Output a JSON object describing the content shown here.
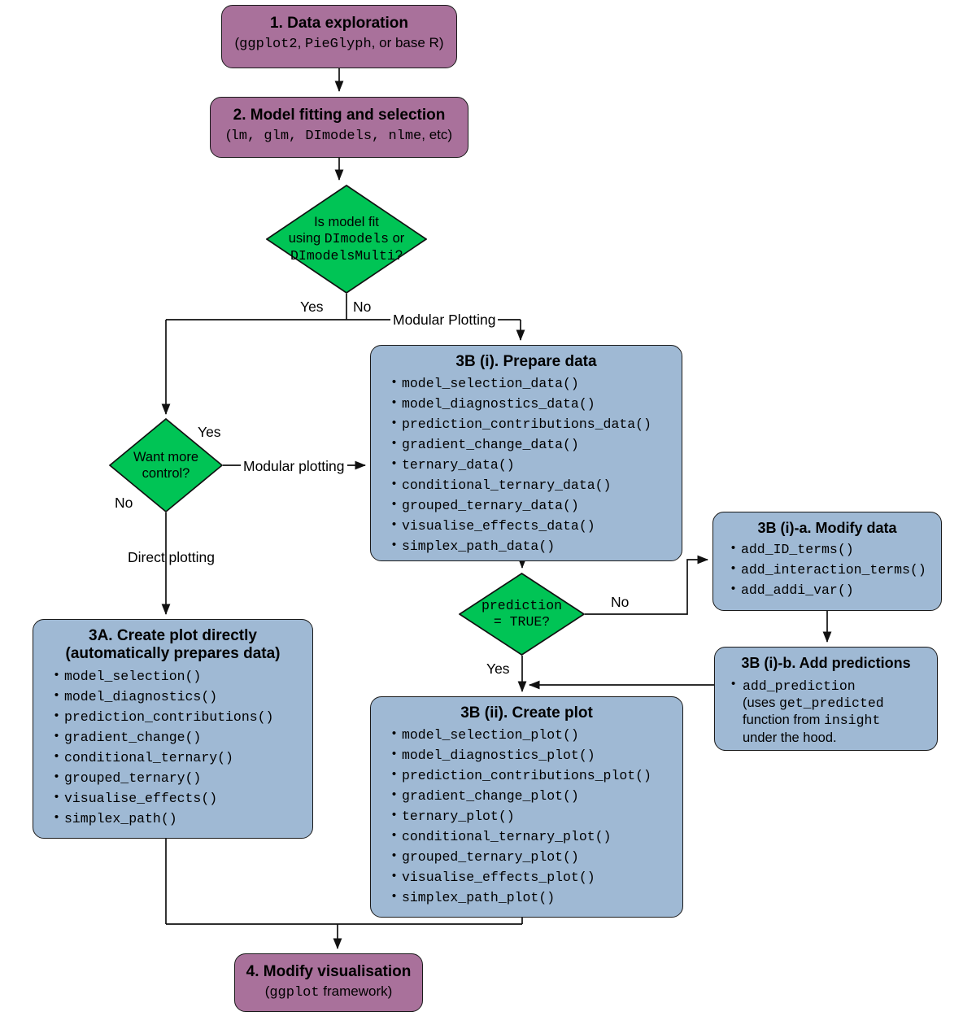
{
  "diagram": {
    "colors": {
      "purple": "#a9719b",
      "blue": "#9fb9d4",
      "green": "#00c455",
      "stroke": "#1a1a1a"
    }
  },
  "nodes": {
    "step1": {
      "title": "1. Data exploration",
      "subtitle_pre": "(",
      "subtitle_mono1": "ggplot2",
      "subtitle_mid": ", ",
      "subtitle_mono2": "PieGlyph",
      "subtitle_post": ", or base R)"
    },
    "step2": {
      "title": "2. Model fitting and selection",
      "subtitle_pre": "(",
      "subtitle_mono": "lm, glm, DImodels, nlme",
      "subtitle_post": ", etc)"
    },
    "decision1": {
      "line1": "Is model fit",
      "line2_pre": "using ",
      "line2_mono": "DImodels",
      "line2_post": " or",
      "line3_mono": "DImodelsMulti",
      "line3_post": "?"
    },
    "decision2": {
      "line1": "Want more",
      "line2": "control?"
    },
    "decision3": {
      "line1": "prediction",
      "line2": "= TRUE?"
    },
    "step3bi": {
      "title": "3B (i). Prepare data",
      "items": [
        "model_selection_data()",
        "model_diagnostics_data()",
        "prediction_contributions_data()",
        "gradient_change_data()",
        "ternary_data()",
        "conditional_ternary_data()",
        "grouped_ternary_data()",
        "visualise_effects_data()",
        "simplex_path_data()"
      ]
    },
    "step3bia": {
      "title": "3B (i)-a. Modify data",
      "items": [
        "add_ID_terms()",
        "add_interaction_terms()",
        "add_addi_var()"
      ]
    },
    "step3bib": {
      "title": "3B (i)-b. Add predictions",
      "item_mono1": "add_prediction",
      "item_sans1": "(uses ",
      "item_mono2": "get_predicted",
      "item_sans2": "function from ",
      "item_mono3": "insight",
      "item_sans3": "under the hood."
    },
    "step3a": {
      "title_line1": "3A. Create plot directly",
      "title_line2": "(automatically prepares data)",
      "items": [
        "model_selection()",
        "model_diagnostics()",
        "prediction_contributions()",
        "gradient_change()",
        "conditional_ternary()",
        "grouped_ternary()",
        "visualise_effects()",
        "simplex_path()"
      ]
    },
    "step3bii": {
      "title": "3B (ii). Create plot",
      "items": [
        "model_selection_plot()",
        "model_diagnostics_plot()",
        "prediction_contributions_plot()",
        "gradient_change_plot()",
        "ternary_plot()",
        "conditional_ternary_plot()",
        "grouped_ternary_plot()",
        "visualise_effects_plot()",
        "simplex_path_plot()"
      ]
    },
    "step4": {
      "title": "4. Modify visualisation",
      "subtitle_pre": "(",
      "subtitle_mono": "ggplot",
      "subtitle_post": " framework)"
    }
  },
  "edge_labels": {
    "d1_yes": "Yes",
    "d1_no": "No",
    "modular_plotting_top": "Modular Plotting",
    "d2_yes": "Yes",
    "d2_no": "No",
    "modular_plotting": "Modular plotting",
    "direct_plotting": "Direct plotting",
    "d3_no": "No",
    "d3_yes": "Yes"
  }
}
